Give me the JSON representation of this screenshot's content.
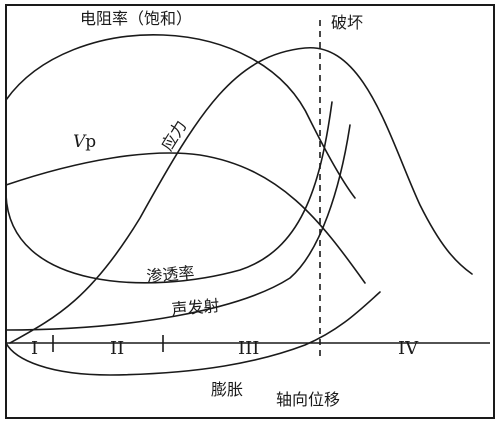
{
  "labels": {
    "resistivity": "电阻率（饱和）",
    "failure": "破坏",
    "stress": "应力",
    "vp_letter": "V",
    "vp_sub": "p",
    "permeability": "渗透率",
    "acoustic_emission": "声发射",
    "dilatancy": "膨胀",
    "x_axis": "轴向位移"
  },
  "stages": [
    "I",
    "II",
    "III",
    "IV"
  ],
  "colors": {
    "ink": "#1a1a1a",
    "background": "#ffffff"
  }
}
